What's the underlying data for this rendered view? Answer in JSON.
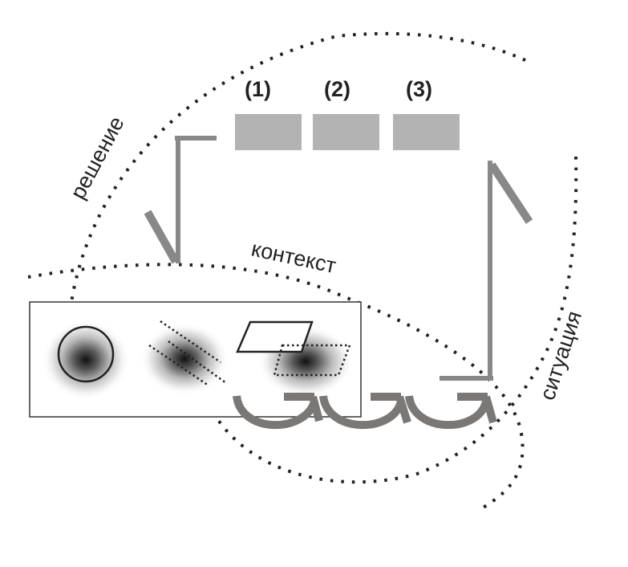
{
  "diagram": {
    "steps": [
      {
        "label": "(1)"
      },
      {
        "label": "(2)"
      },
      {
        "label": "(3)"
      }
    ],
    "labels": {
      "decision": "решение",
      "context": "контекст",
      "situation": "ситуация"
    },
    "colors": {
      "step_box": "#b3b3b3",
      "bracket": "#888888",
      "arrows": "#7b7774",
      "dots": "#222222",
      "frame": "#333333"
    },
    "panel": {
      "shapes": [
        "circle",
        "dotted-parallel-lines",
        "parallelogram"
      ]
    }
  }
}
